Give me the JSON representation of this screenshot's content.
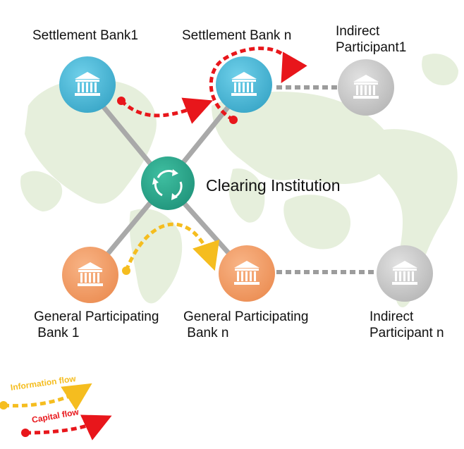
{
  "nodes": {
    "settlement_bank_1": {
      "label": "Settlement Bank1",
      "icon": "bank-icon",
      "color": "#4ab8d6"
    },
    "settlement_bank_n": {
      "label": "Settlement Bank n",
      "icon": "bank-icon",
      "color": "#4ab8d6"
    },
    "indirect_participant_1": {
      "label": "Indirect\nParticipant1",
      "icon": "bank-icon",
      "color": "#c7c7c7"
    },
    "clearing_institution": {
      "label": "Clearing Institution",
      "icon": "refresh-cycle-icon",
      "color": "#2aa58c"
    },
    "general_bank_1": {
      "label": "General Participating\n Bank 1",
      "icon": "bank-icon",
      "color": "#f2a06a"
    },
    "general_bank_n": {
      "label": "General Participating\n Bank n",
      "icon": "bank-icon",
      "color": "#f2a06a"
    },
    "indirect_participant_n": {
      "label": "Indirect\nParticipant n",
      "icon": "bank-icon",
      "color": "#c7c7c7"
    }
  },
  "legend": {
    "information_flow": {
      "label": "Information flow",
      "color": "#f5bd1f"
    },
    "capital_flow": {
      "label": "Capital flow",
      "color": "#e8161b"
    }
  },
  "colors": {
    "world_map": "#e6efdc",
    "connector": "#a9a9a9",
    "capital_flow": "#e8161b",
    "information_flow": "#f5bd1f"
  }
}
